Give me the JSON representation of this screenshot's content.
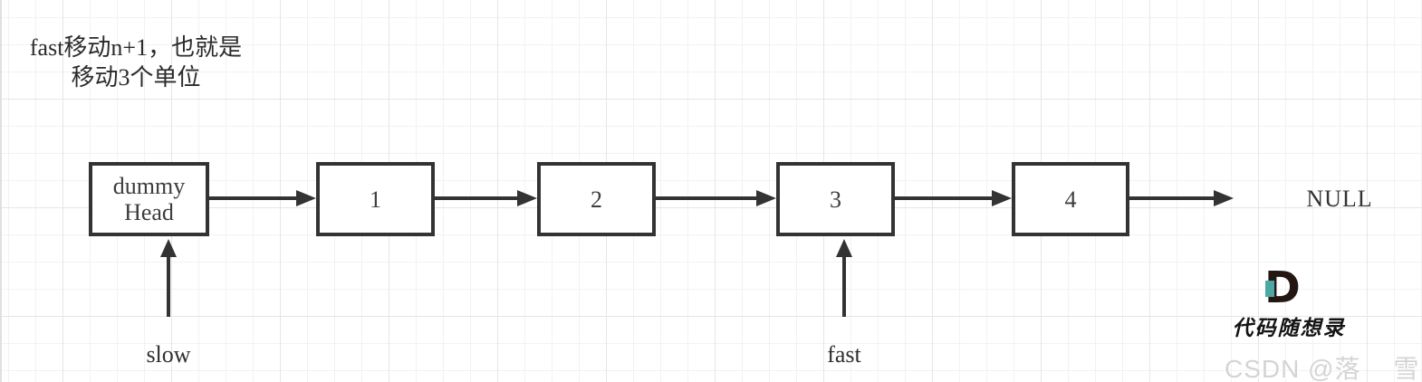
{
  "annotation": {
    "line1": "fast移动n+1，也就是",
    "line2": "移动3个单位"
  },
  "linked_list": {
    "nodes": [
      {
        "line1": "dummy",
        "line2": "Head"
      },
      {
        "label": "1"
      },
      {
        "label": "2"
      },
      {
        "label": "3"
      },
      {
        "label": "4"
      }
    ],
    "terminator": "NULL"
  },
  "pointers": {
    "slow_label": "slow",
    "fast_label": "fast"
  },
  "watermark": {
    "logo_letter": "D",
    "brand": "代码随想录",
    "csdn_prefix": "CSDN @落",
    "csdn_suffix": "雪"
  },
  "colors": {
    "stroke": "#333333",
    "accent_teal": "#4BA8A3",
    "grid_minor": "#f2f2f2",
    "grid_major": "#e6e6e6",
    "watermark_text": "#d4d4d4"
  }
}
